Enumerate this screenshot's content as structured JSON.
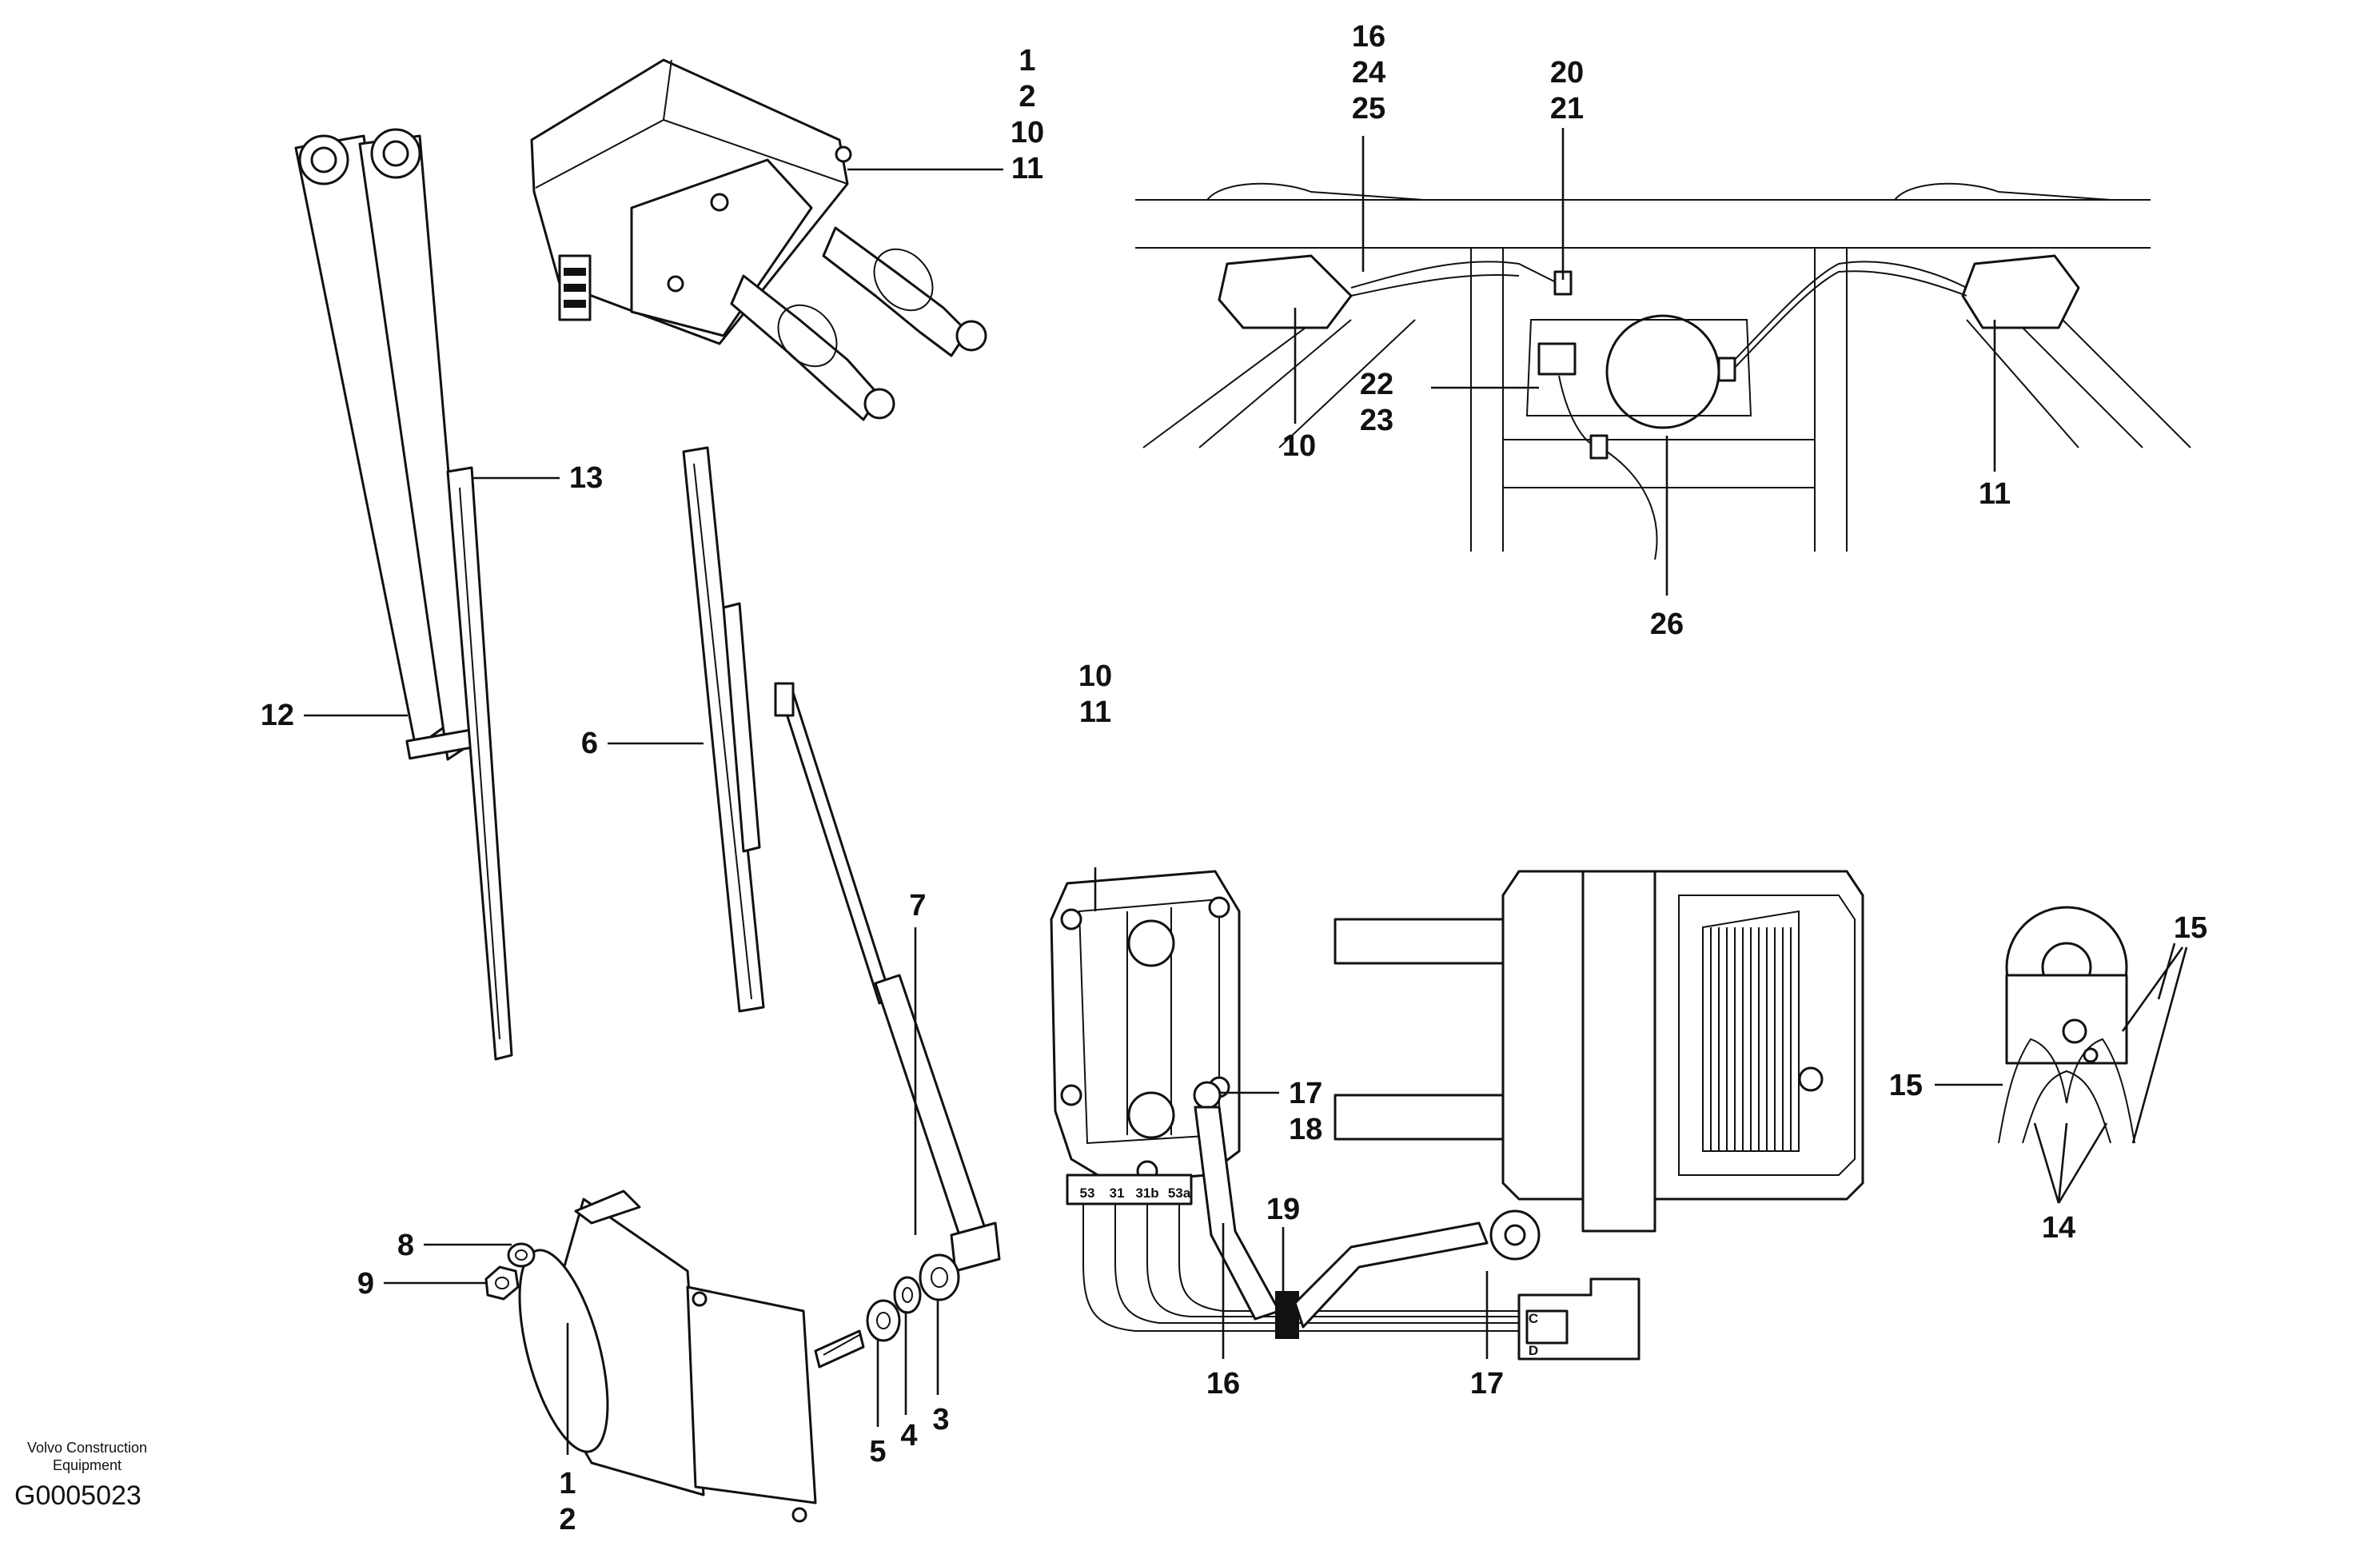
{
  "callouts": {
    "motor_top": [
      "1",
      "2",
      "10",
      "11"
    ],
    "harness_top": [
      "16",
      "24",
      "25"
    ],
    "relay_top": [
      "20",
      "21"
    ],
    "connector_mid": [
      "22",
      "23"
    ],
    "left_motor": "10",
    "right_motor": "11",
    "bracket": "26",
    "blade_13": "13",
    "arm_12": "12",
    "blade_6": "6",
    "arm_7": "7",
    "motor_cover": [
      "10",
      "11"
    ],
    "ground_screw": [
      "17",
      "18"
    ],
    "nut_8": "8",
    "nut_9": "9",
    "motor_bottom": [
      "1",
      "2"
    ],
    "washer_5": "5",
    "washer_4": "4",
    "washer_3": "3",
    "clip_15_top": "15",
    "clip_15_left": "15",
    "clip_14": "14",
    "sleeve_19": "19",
    "cable_16": "16",
    "cable_17": "17"
  },
  "terminals": [
    "53",
    "31",
    "31b",
    "53a"
  ],
  "connector_pins": [
    "C",
    "D"
  ],
  "footer": {
    "company": "Volvo Construction Equipment",
    "code": "G0005023"
  }
}
